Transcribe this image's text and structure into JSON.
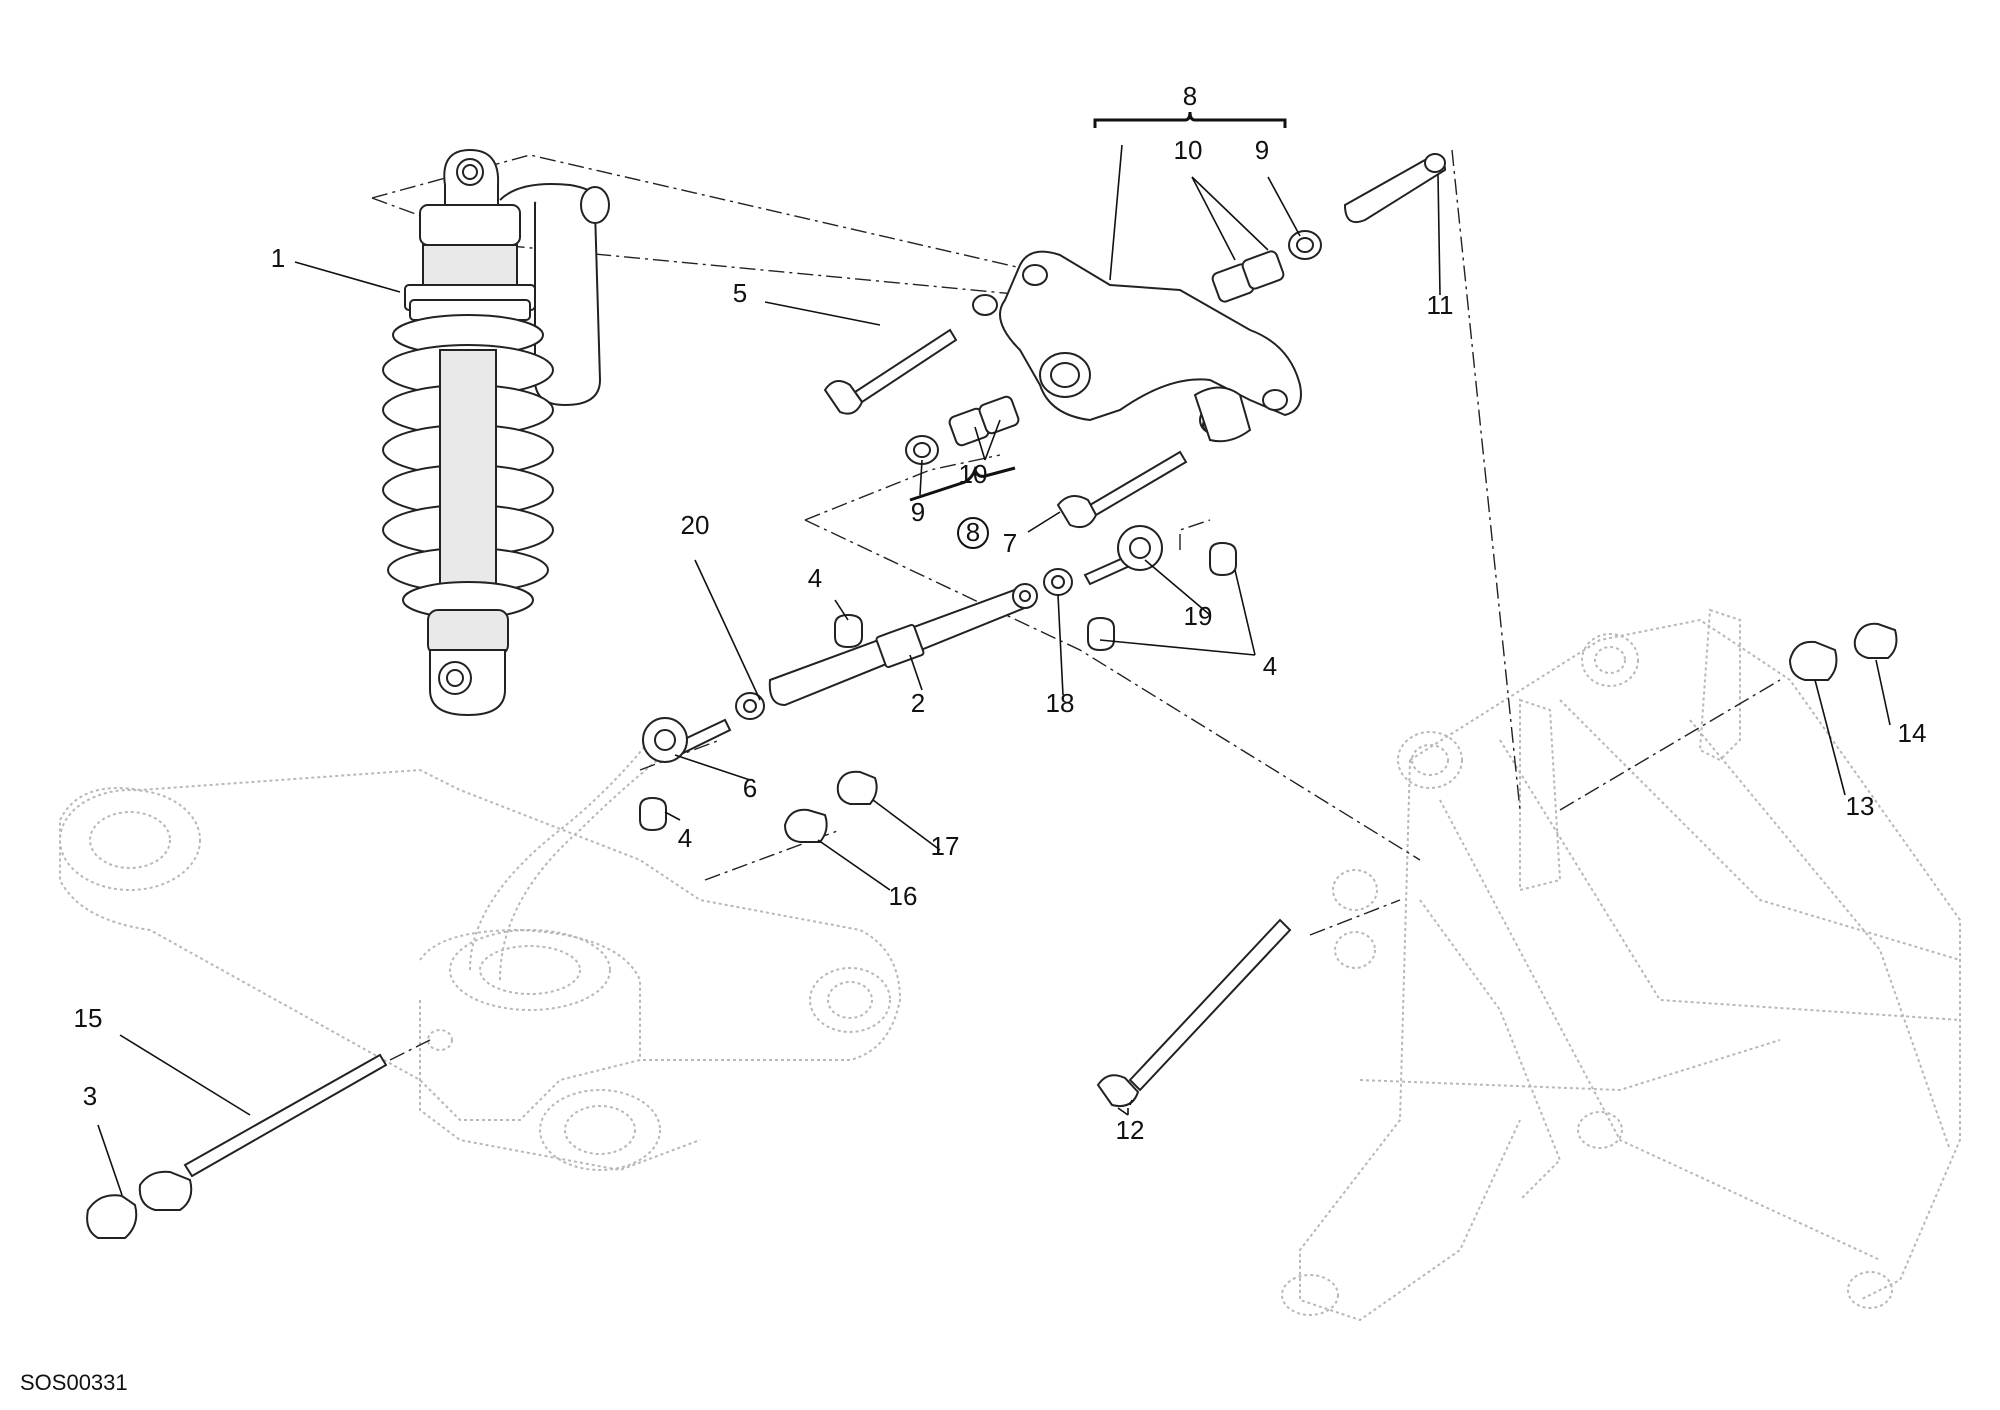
{
  "callouts": [
    {
      "id": "c1",
      "text": "1"
    },
    {
      "id": "c2",
      "text": "2"
    },
    {
      "id": "c3",
      "text": "3"
    },
    {
      "id": "c4a",
      "text": "4"
    },
    {
      "id": "c4b",
      "text": "4"
    },
    {
      "id": "c4c",
      "text": "4"
    },
    {
      "id": "c5",
      "text": "5"
    },
    {
      "id": "c6",
      "text": "6"
    },
    {
      "id": "c7",
      "text": "7"
    },
    {
      "id": "c8",
      "text": "8"
    },
    {
      "id": "c8b",
      "text": "8"
    },
    {
      "id": "c9a",
      "text": "9"
    },
    {
      "id": "c9b",
      "text": "9"
    },
    {
      "id": "c10a",
      "text": "10"
    },
    {
      "id": "c10b",
      "text": "10"
    },
    {
      "id": "c11",
      "text": "11"
    },
    {
      "id": "c12",
      "text": "12"
    },
    {
      "id": "c13",
      "text": "13"
    },
    {
      "id": "c14",
      "text": "14"
    },
    {
      "id": "c15",
      "text": "15"
    },
    {
      "id": "c16",
      "text": "16"
    },
    {
      "id": "c17",
      "text": "17"
    },
    {
      "id": "c18",
      "text": "18"
    },
    {
      "id": "c19",
      "text": "19"
    },
    {
      "id": "c20",
      "text": "20"
    }
  ],
  "drawing_code": "SOS00331"
}
